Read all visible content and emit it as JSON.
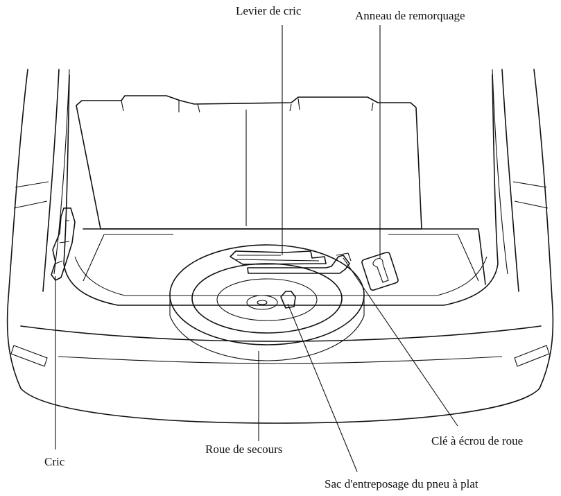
{
  "labels": {
    "jack_lever": "Levier de cric",
    "towing_eye": "Anneau de remorquage",
    "spare_tire": "Roue de secours",
    "lug_wrench": "Clé à écrou de roue",
    "jack": "Cric",
    "flat_tire_bag": "Sac d'entreposage du pneu à plat"
  }
}
